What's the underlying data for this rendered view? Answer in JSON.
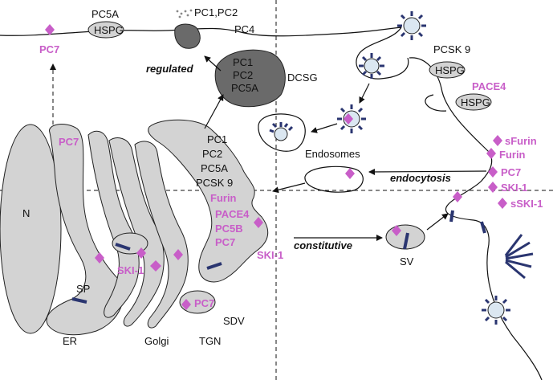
{
  "colors": {
    "accent": "#c85ec8",
    "bar": "#2a3570",
    "organelle": "#d3d3d3",
    "granule": "#6a6a6a"
  },
  "labels": {
    "pc5a_top": "PC5A",
    "hspg_top": "HSPG",
    "pc1_pc2_top": "PC1,PC2",
    "pc4": "PC4",
    "pc7_top": "PC7",
    "regulated": "regulated",
    "dcsg_pc1": "PC1",
    "dcsg_pc2": "PC2",
    "dcsg_pc5a": "PC5A",
    "dcsg": "DCSG",
    "pcsk9": "PCSK 9",
    "hspg_right1": "HSPG",
    "pace4_right": "PACE4",
    "hspg_right2": "HSPG",
    "endosomes": "Endosomes",
    "endocytosis": "endocytosis",
    "sfurin": "sFurin",
    "furin_right": "Furin",
    "pc7_right": "PC7",
    "ski1_right": "SKI-1",
    "sski1": "sSKI-1",
    "nucleus": "N",
    "pc7_er": "PC7",
    "tgn_pc1": "PC1",
    "tgn_pc2": "PC2",
    "tgn_pc5a": "PC5A",
    "tgn_pcsk9": "PCSK 9",
    "tgn_furin": "Furin",
    "tgn_pace4": "PACE4",
    "tgn_pc5b": "PC5B",
    "tgn_pc7": "PC7",
    "tgn_ski1": "SKI-1",
    "constitutive": "constitutive",
    "sv": "SV",
    "golgi_ski1": "SKI-1",
    "sp": "SP",
    "sdv_pc7": "PC7",
    "sdv": "SDV",
    "er": "ER",
    "golgi": "Golgi",
    "tgn": "TGN"
  }
}
